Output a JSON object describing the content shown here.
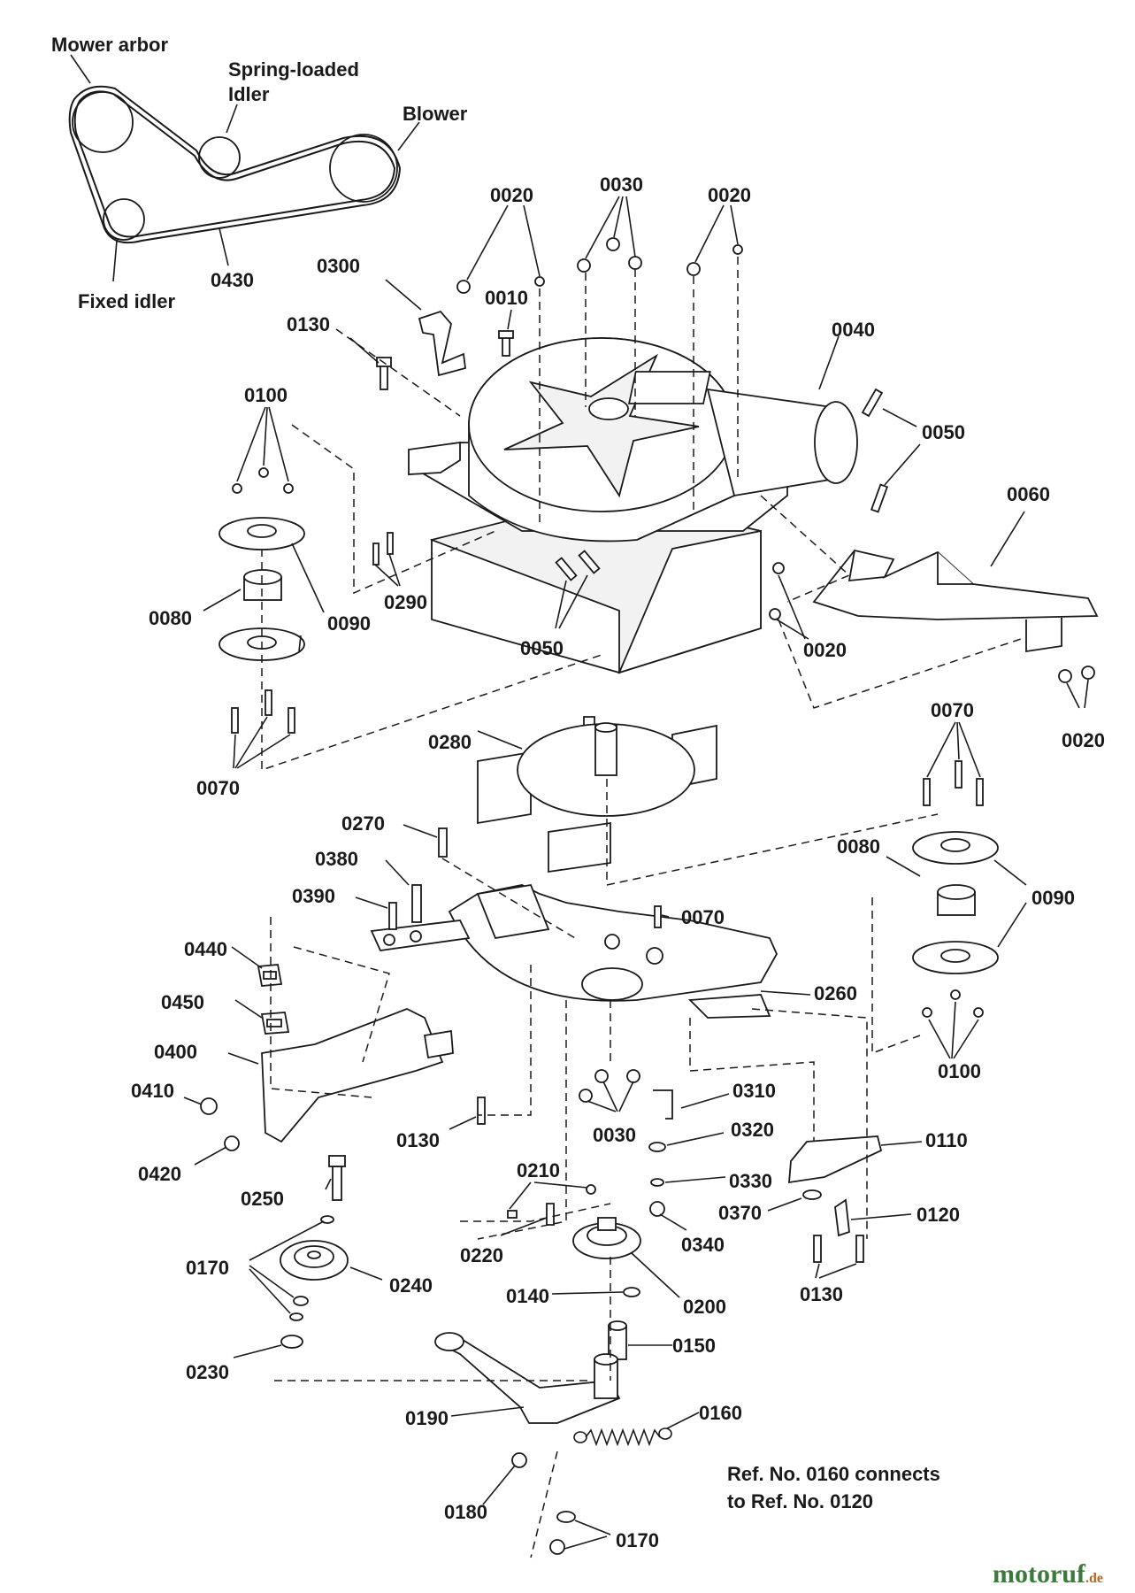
{
  "belt_diagram": {
    "mower_arbor": "Mower arbor",
    "spring_loaded_idler_1": "Spring-loaded",
    "spring_loaded_idler_2": "Idler",
    "blower": "Blower",
    "fixed_idler": "Fixed idler",
    "belt_ref": "0430"
  },
  "callouts": {
    "c0010": "0010",
    "c0020": "0020",
    "c0030": "0030",
    "c0040": "0040",
    "c0050": "0050",
    "c0060": "0060",
    "c0070": "0070",
    "c0080": "0080",
    "c0090": "0090",
    "c0100": "0100",
    "c0110": "0110",
    "c0120": "0120",
    "c0130": "0130",
    "c0140": "0140",
    "c0150": "0150",
    "c0160": "0160",
    "c0170": "0170",
    "c0180": "0180",
    "c0190": "0190",
    "c0200": "0200",
    "c0210": "0210",
    "c0220": "0220",
    "c0230": "0230",
    "c0240": "0240",
    "c0250": "0250",
    "c0260": "0260",
    "c0270": "0270",
    "c0280": "0280",
    "c0290": "0290",
    "c0300": "0300",
    "c0310": "0310",
    "c0320": "0320",
    "c0330": "0330",
    "c0340": "0340",
    "c0370": "0370",
    "c0380": "0380",
    "c0390": "0390",
    "c0400": "0400",
    "c0410": "0410",
    "c0420": "0420",
    "c0440": "0440",
    "c0450": "0450"
  },
  "note": {
    "line1": "Ref. No. 0160 connects",
    "line2": "to Ref. No. 0120"
  },
  "watermark": {
    "name": "motoruf",
    "tld": ".de"
  }
}
